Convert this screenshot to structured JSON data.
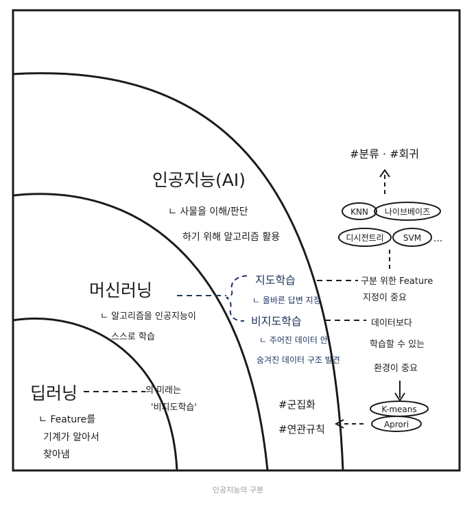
{
  "diagram": {
    "ai": {
      "title": "인공지능(AI)",
      "desc1": "ㄴ 사물을 이해/판단",
      "desc2": "하기 위해 알고리즘 활용"
    },
    "ml": {
      "title": "머신러닝",
      "desc1": "ㄴ 알고리즘을 인공지능이",
      "desc2": "스스로 학습"
    },
    "dl": {
      "title": "딥러닝",
      "desc1": "ㄴ Feature를",
      "desc2": "기계가 알아서",
      "desc3": "찾아냄"
    },
    "supervised": {
      "title": "지도학습",
      "desc": "ㄴ 올바른 답변 지정"
    },
    "unsupervised": {
      "title": "비지도학습",
      "desc1": "ㄴ 주어진 데이터 안",
      "desc2": "숨겨진 데이터 구조 발견"
    },
    "future_note": {
      "line1": "의 미래는",
      "line2": "'비지도학습'"
    },
    "classification_note": {
      "line1": "구분 위한 Feature",
      "line2": "지정이 중요"
    },
    "data_note": {
      "line1": "데이터보다",
      "line2": "학습할 수 있는",
      "line3": "환경이 중요"
    },
    "supervised_algos": {
      "knn": "KNN",
      "naive": "나이브베이즈",
      "tree": "디시전트리",
      "svm": "SVM",
      "more": "..."
    },
    "unsupervised_algos": {
      "kmeans": "K-means",
      "apriori": "Aprori"
    },
    "tags_top": "#분류 · #회귀",
    "tags_bottom": {
      "line1": "#군집화",
      "line2": "#연관규칙"
    }
  },
  "caption": "인공지능의 구분"
}
